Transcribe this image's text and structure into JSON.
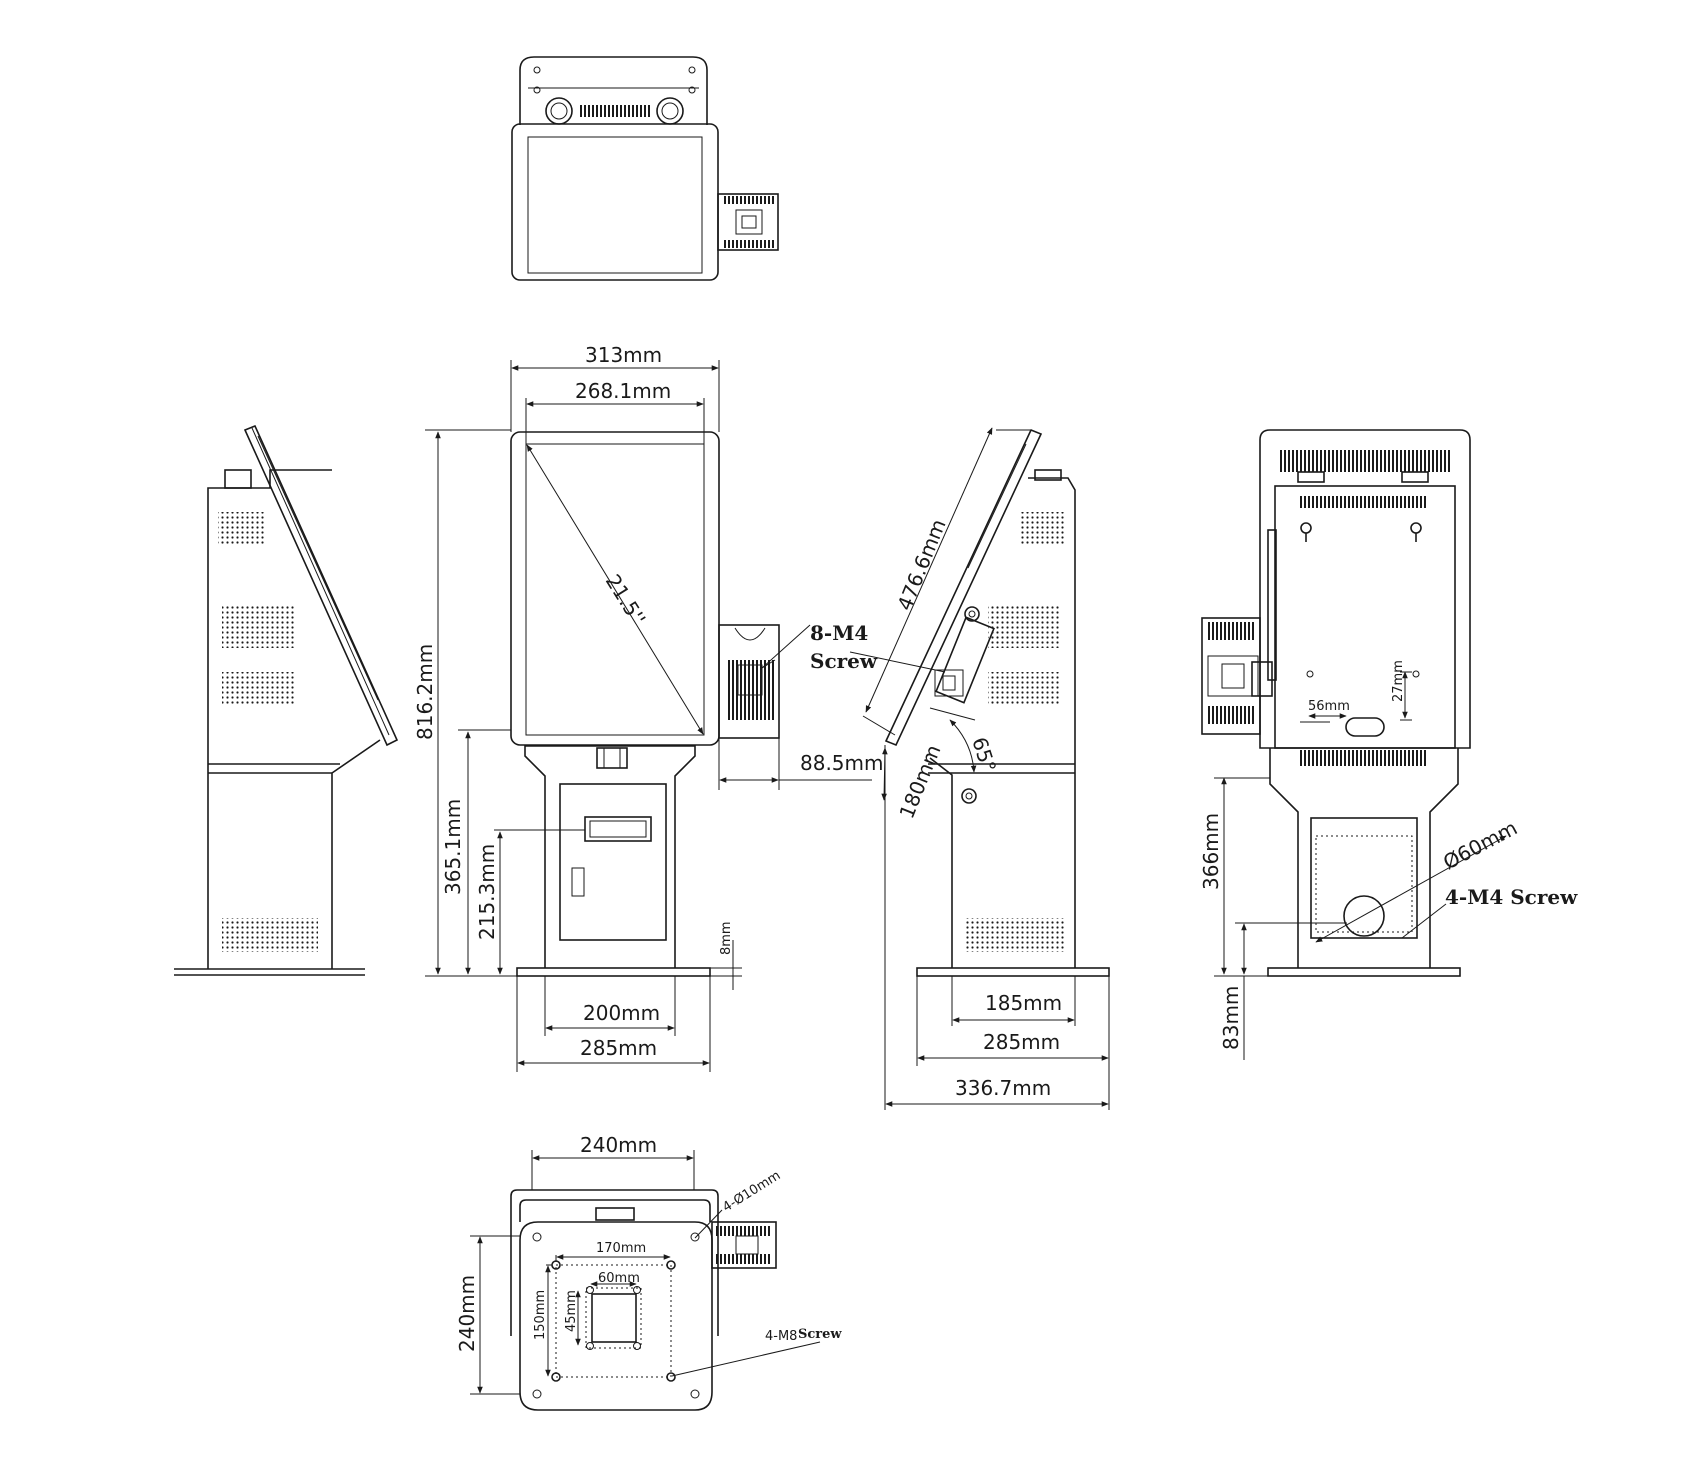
{
  "labels": {
    "front_width": "313mm",
    "screen_width": "268.1mm",
    "diagonal": "21.5''",
    "screw_8m4": "8-M4",
    "screw_word": "Screw",
    "total_height": "816.2mm",
    "lower_height": "365.1mm",
    "printer_height": "215.3mm",
    "plate_thickness": "8mm",
    "offset": "88.5mm",
    "body_width": "200mm",
    "front_base": "285mm",
    "slant_length": "476.6mm",
    "angle": "65°",
    "slant_lower": "180mm",
    "side_body": "185mm",
    "side_base": "285mm",
    "side_depth": "336.7mm",
    "back_56": "56mm",
    "back_27": "27mm",
    "back_366": "366mm",
    "back_diameter": "Ø60mm",
    "screw_4m4": "4-M4 Screw",
    "back_83": "83mm",
    "base_width": "240mm",
    "base_depth": "240mm",
    "hole_10": "4-Ø10mm",
    "pattern_170": "170mm",
    "pattern_60": "60mm",
    "pattern_150": "150mm",
    "pattern_45": "45mm",
    "screw_4m8": "4-M8",
    "screw_word_small": "Screw"
  }
}
